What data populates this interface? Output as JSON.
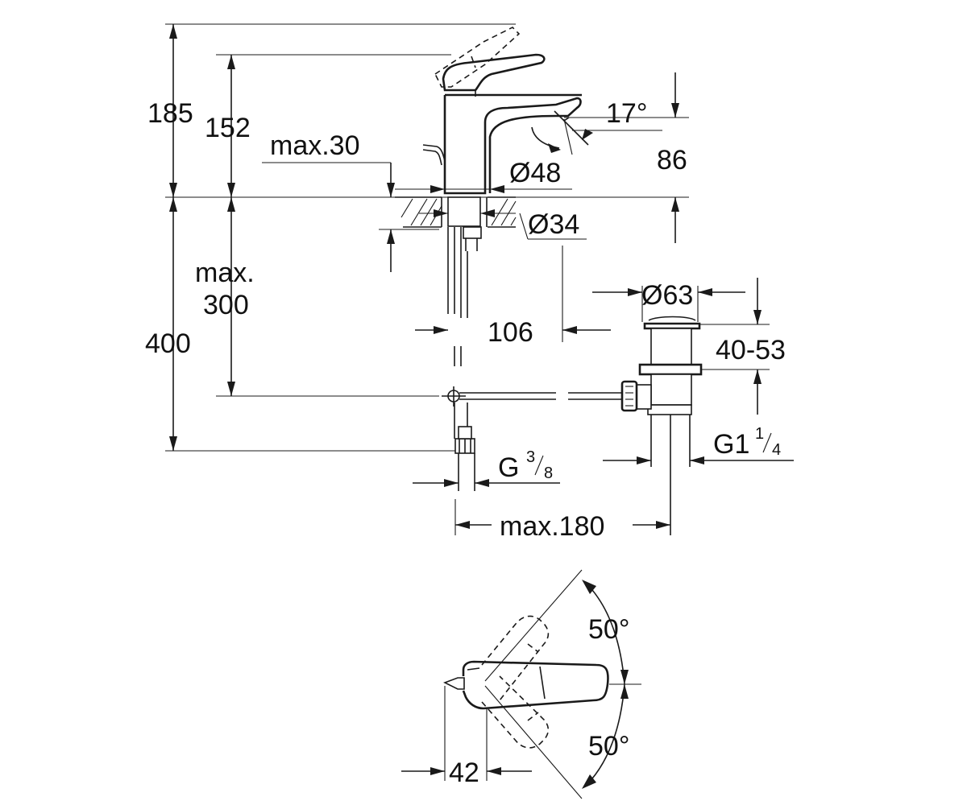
{
  "side_view": {
    "dims": {
      "total_height": "185",
      "handle_height": "152",
      "deck_thickness": "max.30",
      "spout_angle": "17°",
      "spout_height": "86",
      "body_diameter": "Ø48",
      "shank_diameter": "Ø34",
      "hose_length_max": "max.",
      "hose_length_val": "300",
      "below_deck": "400",
      "spout_reach": "106",
      "waste_diameter": "Ø63",
      "waste_range": "40-53",
      "waste_thread": "G1",
      "waste_thread_num": "1",
      "waste_thread_den": "4",
      "inlet_thread": "G",
      "inlet_thread_num": "3",
      "inlet_thread_den": "8",
      "trap_distance": "max.180"
    }
  },
  "top_view": {
    "dims": {
      "lever_angle_up": "50°",
      "lever_angle_down": "50°",
      "body_offset": "42"
    }
  }
}
